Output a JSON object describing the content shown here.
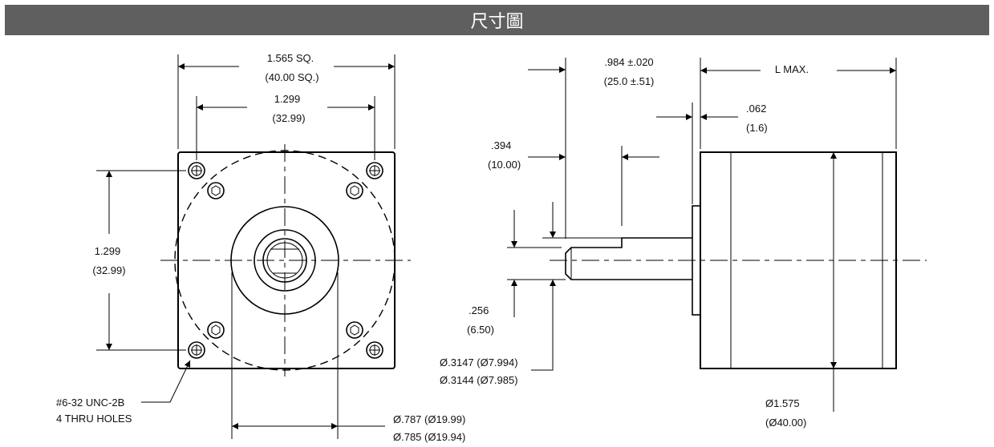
{
  "header": {
    "title": "尺寸圖"
  },
  "front_view": {
    "dims": {
      "width_in": "1.565 SQ.",
      "width_mm": "(40.00 SQ.)",
      "hole_spacing_h_in": "1.299",
      "hole_spacing_h_mm": "(32.99)",
      "hole_spacing_v_in": "1.299",
      "hole_spacing_v_mm": "(32.99)",
      "pilot_in": "Ø.787 (Ø19.99)",
      "pilot_mm": "Ø.785 (Ø19.94)"
    },
    "holes_note": {
      "line1": "#6-32 UNC-2B",
      "line2": "4 THRU HOLES"
    }
  },
  "side_view": {
    "dims": {
      "shaft_len_in": ".984 ±.020",
      "shaft_len_mm": "(25.0 ±.51)",
      "length": "L MAX.",
      "pilot_depth_in": ".062",
      "pilot_depth_mm": "(1.6)",
      "flat_len_in": ".394",
      "flat_len_mm": "(10.00)",
      "flat_depth_in": ".256",
      "flat_depth_mm": "(6.50)",
      "shaft_dia_1": "Ø.3147 (Ø7.994)",
      "shaft_dia_2": "Ø.3144 (Ø7.985)",
      "body_dia_in": "Ø1.575",
      "body_dia_mm": "(Ø40.00)"
    }
  }
}
